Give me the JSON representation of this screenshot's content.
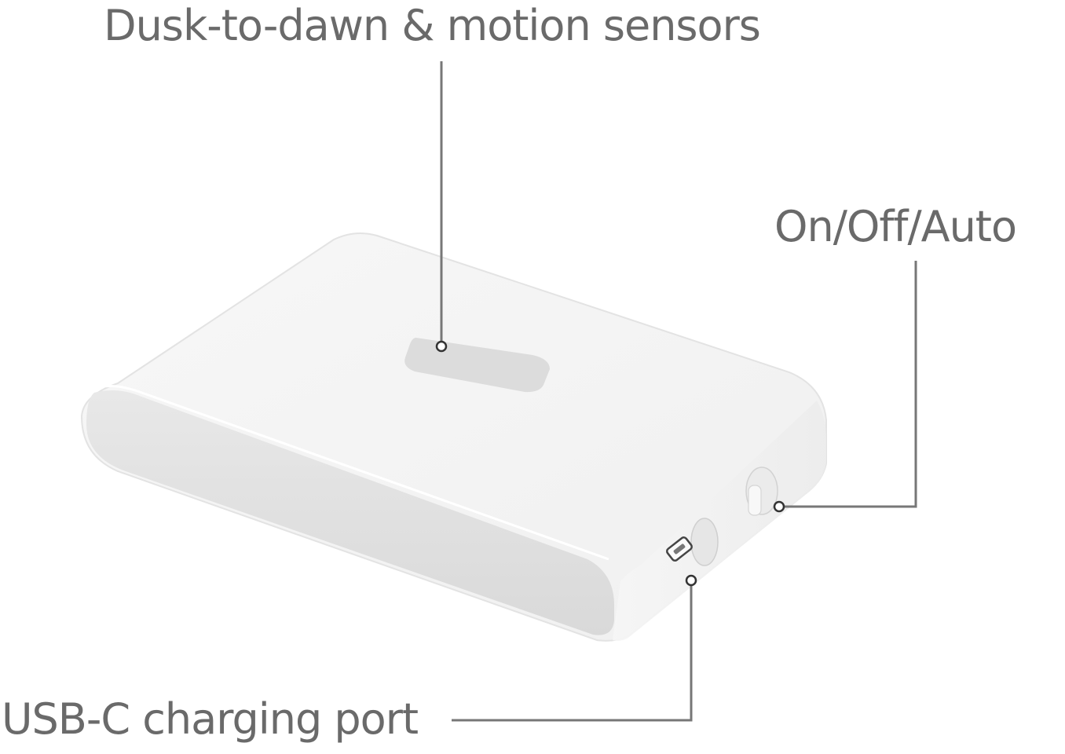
{
  "callouts": {
    "sensors": "Dusk-to-dawn & motion sensors",
    "switch": "On/Off/Auto",
    "usb_port": "USB-C charging port"
  },
  "colors": {
    "label_text": "#6a6a6a",
    "leader_line": "#777777",
    "device_body": "#f4f4f4",
    "device_panel": "#dedede",
    "sensor_window": "#dcdcdc"
  }
}
